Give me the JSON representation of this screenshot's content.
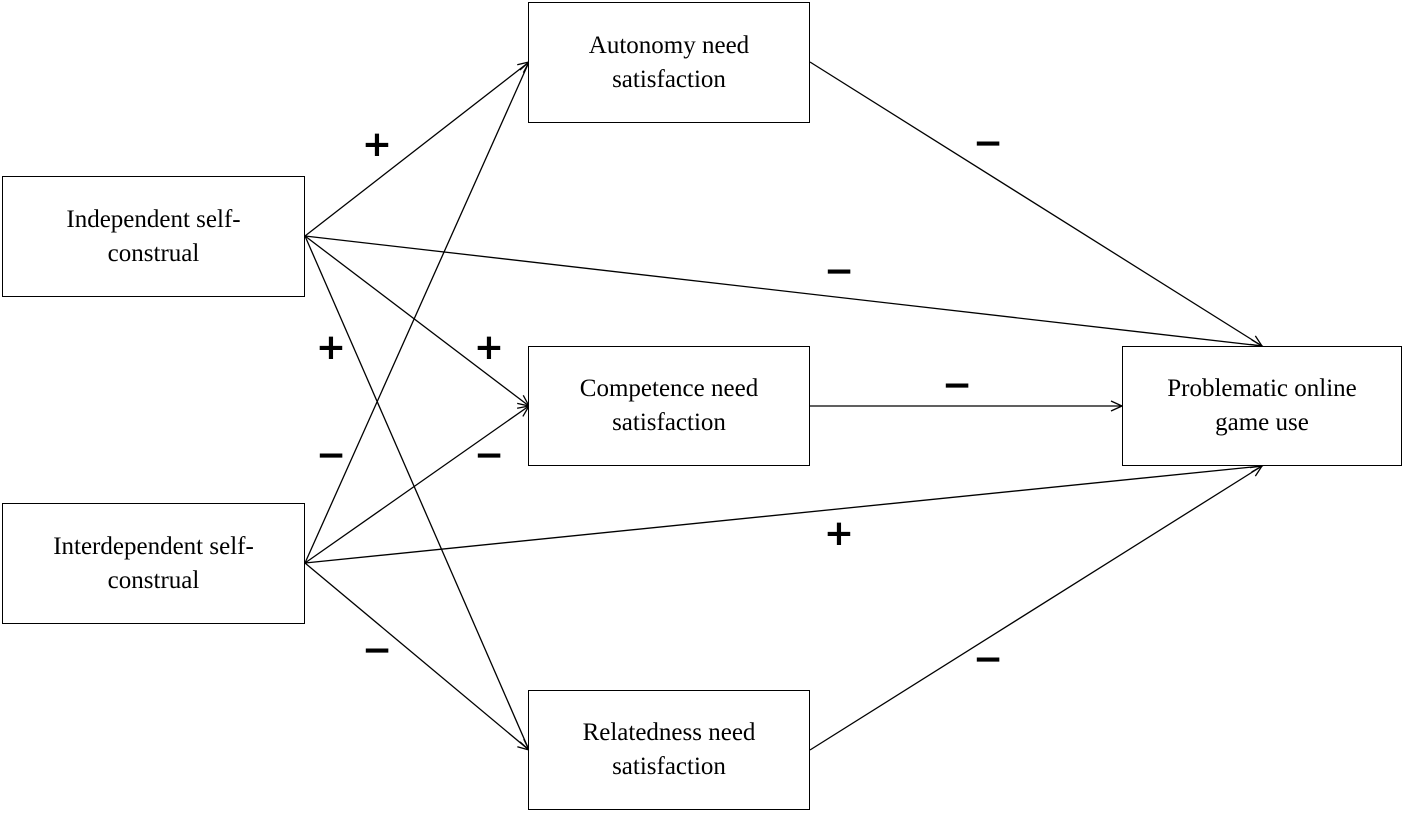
{
  "nodes": {
    "independent": {
      "lines": [
        "Independent self-",
        "construal"
      ]
    },
    "interdependent": {
      "lines": [
        "Interdependent self-",
        "construal"
      ]
    },
    "autonomy": {
      "lines": [
        "Autonomy need",
        "satisfaction"
      ]
    },
    "competence": {
      "lines": [
        "Competence need",
        "satisfaction"
      ]
    },
    "relatedness": {
      "lines": [
        "Relatedness need",
        "satisfaction"
      ]
    },
    "problematic": {
      "lines": [
        "Problematic online",
        "game use"
      ]
    }
  },
  "edges": [
    {
      "from": "independent",
      "to": "autonomy",
      "sign": "+"
    },
    {
      "from": "independent",
      "to": "competence",
      "sign": "+"
    },
    {
      "from": "independent",
      "to": "relatedness",
      "sign": "+"
    },
    {
      "from": "independent",
      "to": "problematic",
      "sign": "−"
    },
    {
      "from": "interdependent",
      "to": "autonomy",
      "sign": "−"
    },
    {
      "from": "interdependent",
      "to": "competence",
      "sign": "−"
    },
    {
      "from": "interdependent",
      "to": "relatedness",
      "sign": "−"
    },
    {
      "from": "interdependent",
      "to": "problematic",
      "sign": "+"
    },
    {
      "from": "autonomy",
      "to": "problematic",
      "sign": "−"
    },
    {
      "from": "competence",
      "to": "problematic",
      "sign": "−"
    },
    {
      "from": "relatedness",
      "to": "problematic",
      "sign": "−"
    }
  ]
}
